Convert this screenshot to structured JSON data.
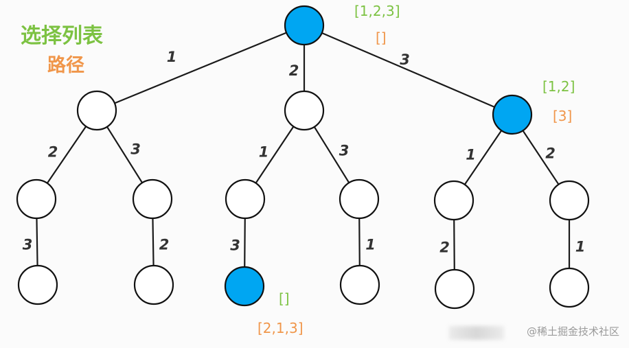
{
  "legend": {
    "choice_list": "选择列表",
    "path": "路径",
    "choice_color": "#7cc242",
    "path_color": "#f0964a"
  },
  "colors": {
    "active": "#00a6f2",
    "idle": "#ffffff"
  },
  "nodes": [
    {
      "id": "n0",
      "active": true
    },
    {
      "id": "n1",
      "active": false
    },
    {
      "id": "n2",
      "active": false
    },
    {
      "id": "n3",
      "active": true
    },
    {
      "id": "n4",
      "active": false
    },
    {
      "id": "n5",
      "active": false
    },
    {
      "id": "n6",
      "active": false
    },
    {
      "id": "n7",
      "active": false
    },
    {
      "id": "n8",
      "active": false
    },
    {
      "id": "n9",
      "active": false
    },
    {
      "id": "n10",
      "active": false
    },
    {
      "id": "n11",
      "active": false
    },
    {
      "id": "n12",
      "active": true
    },
    {
      "id": "n13",
      "active": false
    },
    {
      "id": "n14",
      "active": false
    },
    {
      "id": "n15",
      "active": false
    }
  ],
  "edges": [
    {
      "from": "n0",
      "to": "n1",
      "label": "1"
    },
    {
      "from": "n0",
      "to": "n2",
      "label": "2"
    },
    {
      "from": "n0",
      "to": "n3",
      "label": "3"
    },
    {
      "from": "n1",
      "to": "n4",
      "label": "2"
    },
    {
      "from": "n1",
      "to": "n5",
      "label": "3"
    },
    {
      "from": "n2",
      "to": "n6",
      "label": "1"
    },
    {
      "from": "n2",
      "to": "n7",
      "label": "3"
    },
    {
      "from": "n3",
      "to": "n8",
      "label": "1"
    },
    {
      "from": "n3",
      "to": "n9",
      "label": "2"
    },
    {
      "from": "n4",
      "to": "n10",
      "label": "3"
    },
    {
      "from": "n5",
      "to": "n11",
      "label": "2"
    },
    {
      "from": "n6",
      "to": "n12",
      "label": "3"
    },
    {
      "from": "n7",
      "to": "n13",
      "label": "1"
    },
    {
      "from": "n8",
      "to": "n14",
      "label": "2"
    },
    {
      "from": "n9",
      "to": "n15",
      "label": "1"
    }
  ],
  "annotations": [
    {
      "node": "n0",
      "choices": "[1,2,3]",
      "path": "[]"
    },
    {
      "node": "n3",
      "choices": "[1,2]",
      "path": "[3]"
    },
    {
      "node": "n12",
      "choices": "[]",
      "path": "[2,1,3]"
    }
  ],
  "watermark": "@稀土掘金技术社区"
}
